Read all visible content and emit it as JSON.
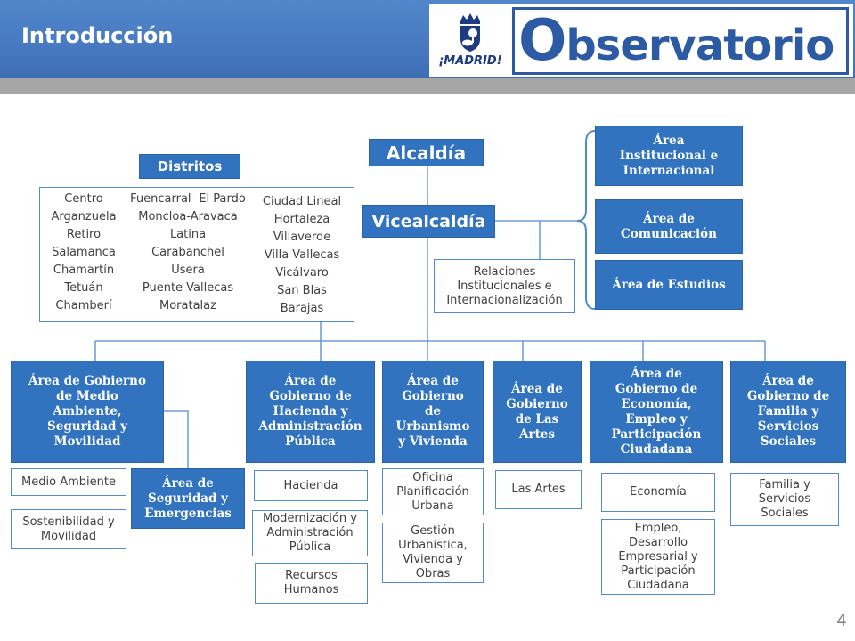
{
  "colors": {
    "header_blue": "#4679c0",
    "box_blue": "#3173bf",
    "box_border": "#2a62a6",
    "outline_blue": "#4f8ccd",
    "strip_gray": "#a6a6a6",
    "logo_blue": "#2d5ba3",
    "madrid_navy": "#1d3b80",
    "text_dark": "#404040",
    "page_num": "#7f7f7f"
  },
  "slide": {
    "title": "Introducción",
    "page_number": "4"
  },
  "logo": {
    "madrid": "¡MADRID!",
    "wordmark": "Observatorio",
    "crest_icon": "madrid-crest-icon"
  },
  "org": {
    "alcaldia": "Alcaldía",
    "vicealcaldia": "Vicealcaldía",
    "distritos": {
      "title": "Distritos",
      "columns": [
        [
          "Centro",
          "Arganzuela",
          "Retiro",
          "Salamanca",
          "Chamartín",
          "Tetuán",
          "Chamberí"
        ],
        [
          "Fuencarral- El Pardo",
          "Moncloa-Aravaca",
          "Latina",
          "Carabanchel",
          "Usera",
          "Puente Vallecas",
          "Moratalaz"
        ],
        [
          "Ciudad Lineal",
          "Hortaleza",
          "Villaverde",
          "Villa Vallecas",
          "Vicálvaro",
          "San Blas",
          "Barajas"
        ]
      ]
    },
    "staff_areas": [
      [
        "Área",
        "Institucional e",
        "Internacional"
      ],
      [
        "Área de",
        "Comunicación"
      ],
      [
        "Área de Estudios"
      ]
    ],
    "relaciones": [
      "Relaciones",
      "Institucionales e",
      "Internacionalización"
    ],
    "areas_gobierno": [
      {
        "name": [
          "Área de Gobierno",
          "de Medio",
          "Ambiente,",
          "Seguridad y",
          "Movilidad"
        ],
        "units": [
          [
            "Medio Ambiente"
          ],
          [
            "Sostenibilidad y",
            "Movilidad"
          ]
        ],
        "sub_area": [
          "Área de",
          "Seguridad y",
          "Emergencias"
        ]
      },
      {
        "name": [
          "Área de",
          "Gobierno de",
          "Hacienda y",
          "Administración",
          "Pública"
        ],
        "units": [
          [
            "Hacienda"
          ],
          [
            "Modernización y",
            "Administración",
            "Pública"
          ],
          [
            "Recursos",
            "Humanos"
          ]
        ]
      },
      {
        "name": [
          "Área de",
          "Gobierno",
          "de",
          "Urbanismo",
          "y Vivienda"
        ],
        "units": [
          [
            "Oficina",
            "Planificación",
            "Urbana"
          ],
          [
            "Gestión",
            "Urbanística,",
            "Vivienda y",
            "Obras"
          ]
        ]
      },
      {
        "name": [
          "Área de",
          "Gobierno",
          "de Las",
          "Artes"
        ],
        "units": [
          [
            "Las Artes"
          ]
        ]
      },
      {
        "name": [
          "Área de",
          "Gobierno de",
          "Economía,",
          "Empleo y",
          "Participación",
          "Ciudadana"
        ],
        "units": [
          [
            "Economía"
          ],
          [
            "Empleo,",
            "Desarrollo",
            "Empresarial y",
            "Participación",
            "Ciudadana"
          ]
        ]
      },
      {
        "name": [
          "Área de",
          "Gobierno de",
          "Familia y",
          "Servicios",
          "Sociales"
        ],
        "units": [
          [
            "Familia y",
            "Servicios",
            "Sociales"
          ]
        ]
      }
    ]
  }
}
